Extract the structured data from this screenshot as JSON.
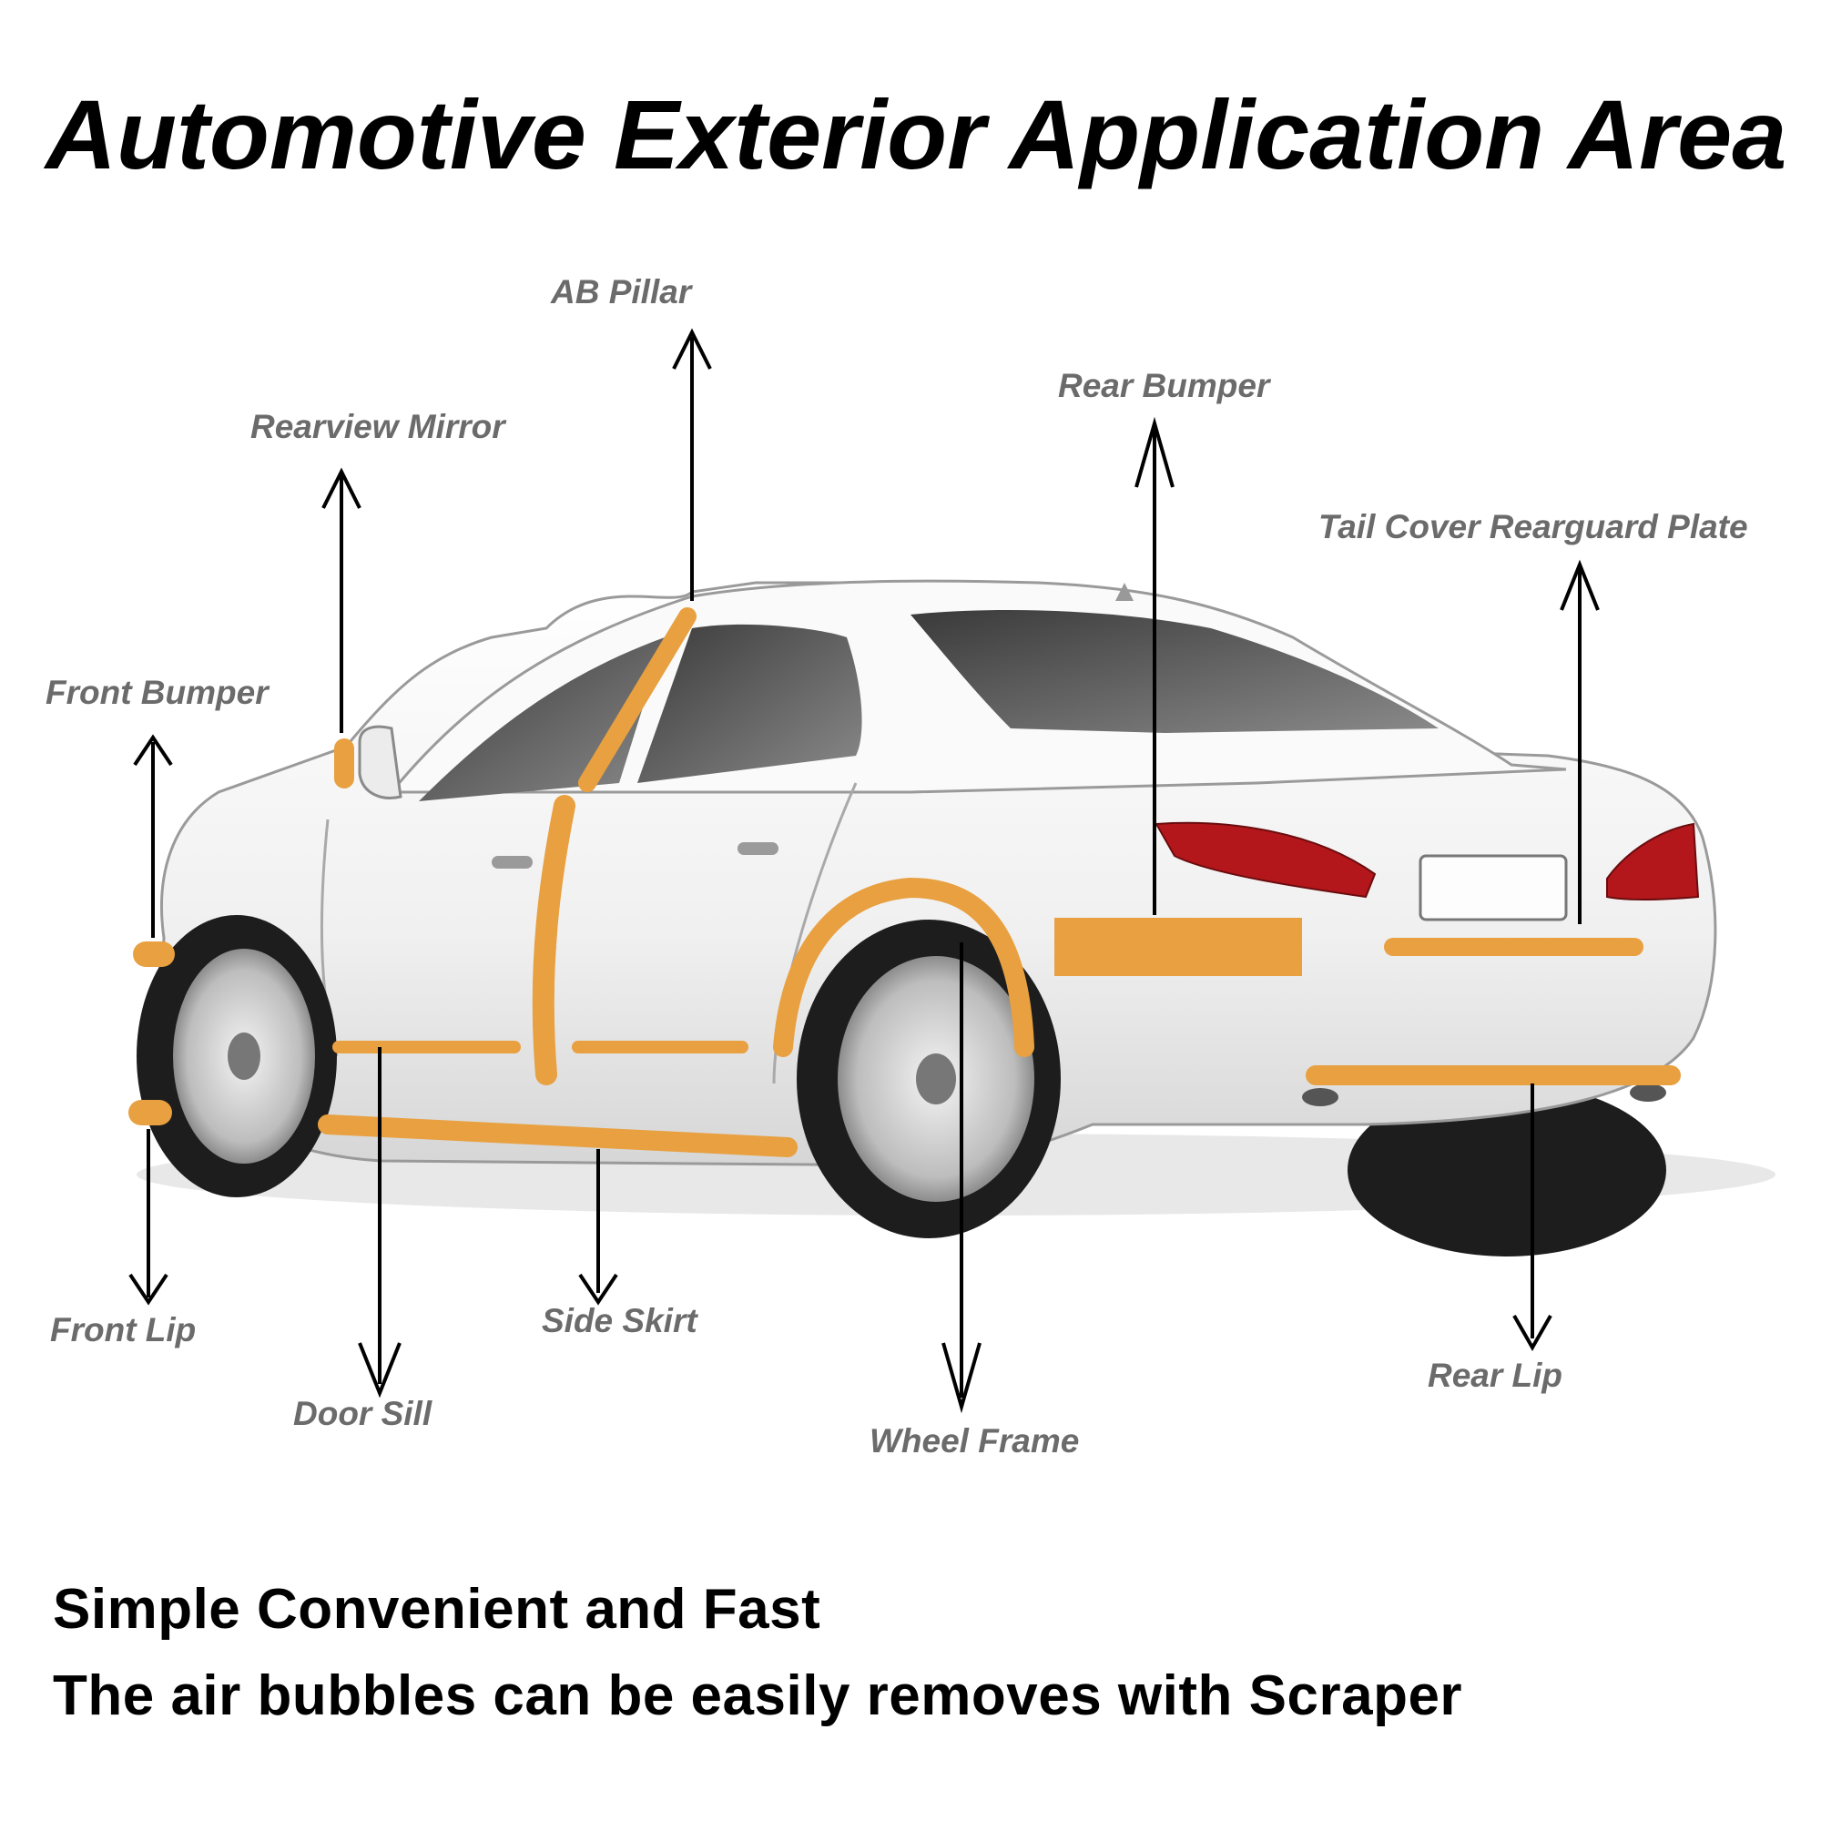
{
  "title": "Automotive Exterior Application Area",
  "labels": {
    "ab_pillar": "AB Pillar",
    "rearview_mirror": "Rearview Mirror",
    "rear_bumper": "Rear Bumper",
    "tail_cover": "Tail Cover Rearguard Plate",
    "front_bumper": "Front Bumper",
    "front_lip": "Front Lip",
    "door_sill": "Door Sill",
    "side_skirt": "Side Skirt",
    "wheel_frame": "Wheel Frame",
    "rear_lip": "Rear Lip"
  },
  "taglines": {
    "line1": "Simple Convenient and Fast",
    "line2": "The air bubbles can be easily removes with Scraper"
  },
  "colors": {
    "strip": "#e8a040",
    "car_body": "#f1f1f1",
    "arrow": "#000000",
    "label": "#6b6b6b"
  }
}
